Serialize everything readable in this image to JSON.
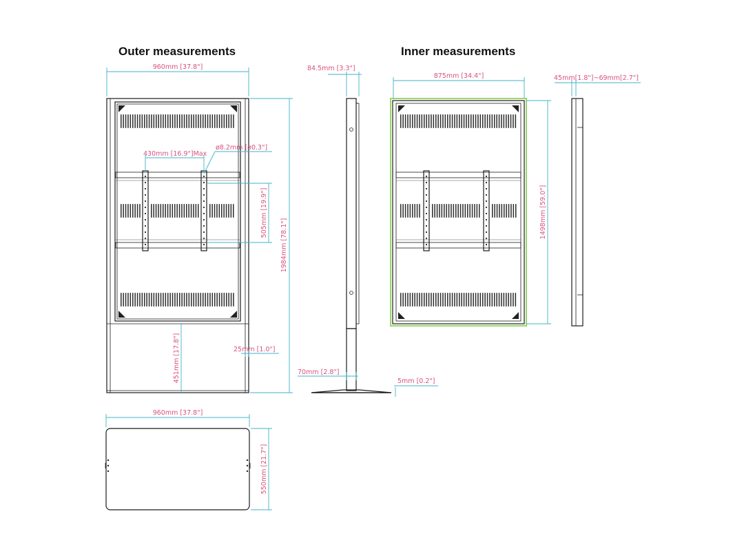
{
  "titles": {
    "outer": "Outer measurements",
    "inner": "Inner measurements"
  },
  "dimensions": {
    "outer_width": "960mm  [37.8\"]",
    "outer_height": "1984mm  [78.1\"]",
    "vesa_width": "430mm  [16.9\"]Max",
    "hole_diameter": "ø8.2mm  [ø0.3\"]",
    "vesa_height": "505mm  [19.9\"]",
    "base_height": "451mm  [17.8\"]",
    "frame_border": "25mm  [1.0\"]",
    "side_depth": "84.5mm  [3.3\"]",
    "post_depth": "70mm  [2.8\"]",
    "base_plate": "5mm  [0.2\"]",
    "inner_width": "875mm  [34.4\"]",
    "inner_height": "1498mm  [59.0\"]",
    "inner_depth": "45mm[1.8\"]~69mm[2.7\"]",
    "base_width": "960mm  [37.8\"]",
    "base_depth": "550mm  [21.7\"]"
  },
  "colors": {
    "dimension_text": "#d9527a",
    "dimension_line": "#3fb3c8",
    "drawing_line": "#1b1b1b",
    "inner_highlight": "#9bd86a"
  }
}
